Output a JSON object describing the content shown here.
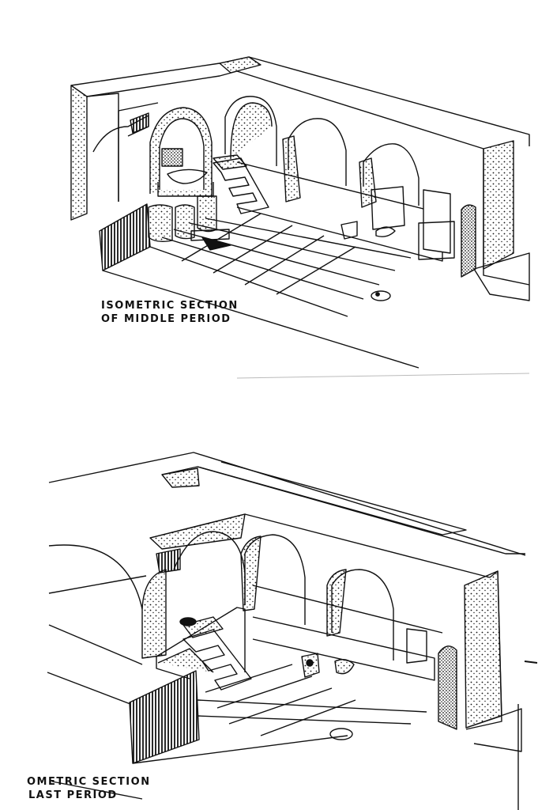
{
  "drawings": [
    {
      "caption_line1": "ISOMETRIC SECTION",
      "caption_line2": "OF MIDDLE PERIOD"
    },
    {
      "caption_line1": "OMETRIC SECTION",
      "caption_line2": "LAST PERIOD"
    }
  ],
  "colors": {
    "ink": "#111111",
    "paper": "#ffffff"
  }
}
